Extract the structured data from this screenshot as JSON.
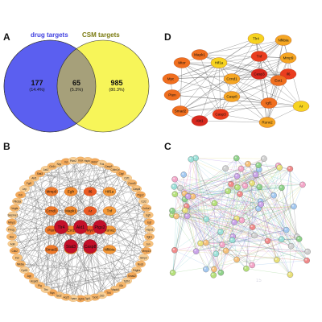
{
  "panels": {
    "a": {
      "letter": "A",
      "left_title": "drug targets",
      "right_title": "CSM targets",
      "left_count": "177",
      "left_pct": "(14.4%)",
      "overlap_count": "65",
      "overlap_pct": "(5.3%)",
      "right_count": "985",
      "right_pct": "(80.3%)",
      "colors": {
        "left": "#5b5ff0",
        "right": "#f7f559",
        "overlap": "#a6a07a",
        "left_title": "#3f3fe0",
        "right_title": "#7a7a10"
      }
    },
    "b": {
      "letter": "B",
      "outer_nodes": [
        "Hmox1",
        "Hspb1",
        "Mdm2",
        "Fos",
        "Casp6",
        "Cdkn1a",
        "Ctgf",
        "Csf1",
        "Ccnd3",
        "Casp8",
        "Ptgs2",
        "Ccl2",
        "Col1a1",
        "Egfr",
        "Egf",
        "Hspa1",
        "Itgb1",
        "Jun",
        "Mmp13",
        "Bmp2",
        "Nos3",
        "Pdgfra",
        "Smad2",
        "Tgfb1",
        "Il1b",
        "Mapk8",
        "Tlr4",
        "Ckb",
        "Rock1",
        "Sgk1",
        "Pdgfrb",
        "Ppara",
        "Acp5",
        "Bcl2",
        "Myc",
        "Tfrc",
        "Plg",
        "Hspa5",
        "Agt",
        "Cyr61",
        "Nfkbia",
        "Insr",
        "Cdk2",
        "Adm",
        "Bax",
        "Prkcg",
        "Mmp3",
        "Serpine1",
        "Vegfa",
        "Pik3ca",
        "Kdr",
        "Lep",
        "Fgf2",
        "Akt1",
        "Stat3",
        "Jak2",
        "Cd44",
        "Npy",
        "Vcl",
        "Pkm2"
      ],
      "inner_nodes": [
        "Mmp9",
        "Egfr",
        "Il6",
        "Hif1a",
        "Ccnd1",
        "Mapk1",
        "Ar",
        "Tnf",
        "Pten",
        "Esr1",
        "Myc",
        "Runx2",
        "Smad2",
        "Igf1",
        "Casp3",
        "Nfkbia"
      ],
      "hub_nodes": [
        "Tlr4",
        "Akt1",
        "Ptgs2",
        "Stat3",
        "Casp8"
      ]
    },
    "c": {
      "letter": "C",
      "watermark": "15"
    },
    "d": {
      "letter": "D",
      "nodes": [
        "Tlr4",
        "Nfkbia",
        "Mmp9",
        "Mtor",
        "Mapk1",
        "Hif1a",
        "Tnf",
        "Myc",
        "Ccnd1",
        "Casp3",
        "Il6",
        "Esr1",
        "Pten",
        "Casp8",
        "Smad2",
        "Akt1",
        "Casp3",
        "Igf1",
        "Runx2",
        "Ar"
      ],
      "colors": {
        "dark_red": "#d8281e",
        "red": "#ea3d1f",
        "orange": "#f06f1f",
        "light_orange": "#f5a623",
        "yellow": "#f6d320"
      }
    }
  }
}
